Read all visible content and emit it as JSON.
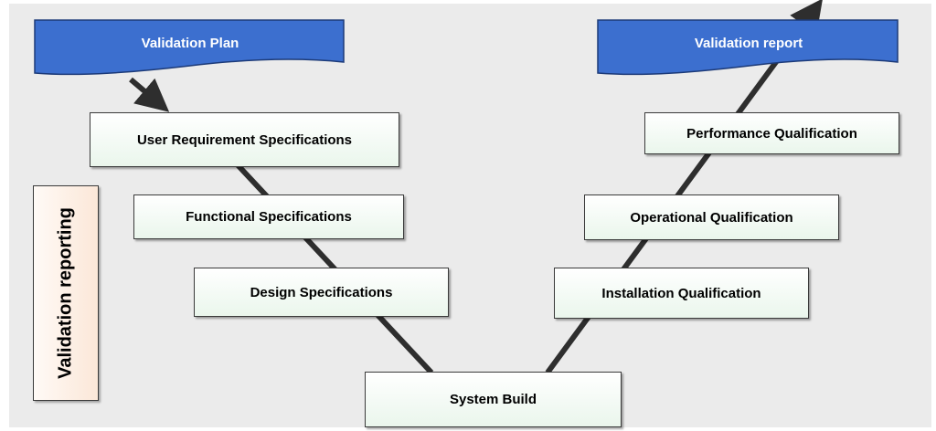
{
  "diagram": {
    "plan_label": "Validation Plan",
    "report_label": "Validation report",
    "side_label": "Validation reporting",
    "left_boxes": [
      "User Requirement Specifications",
      "Functional Specifications",
      "Design Specifications"
    ],
    "bottom_box": "System Build",
    "right_boxes": [
      "Installation Qualification",
      "Operational Qualification",
      "Performance Qualification"
    ]
  },
  "colors": {
    "flag_fill": "#3c6fcf",
    "flag_border": "#1c3a78",
    "line": "#2e2e2e"
  }
}
